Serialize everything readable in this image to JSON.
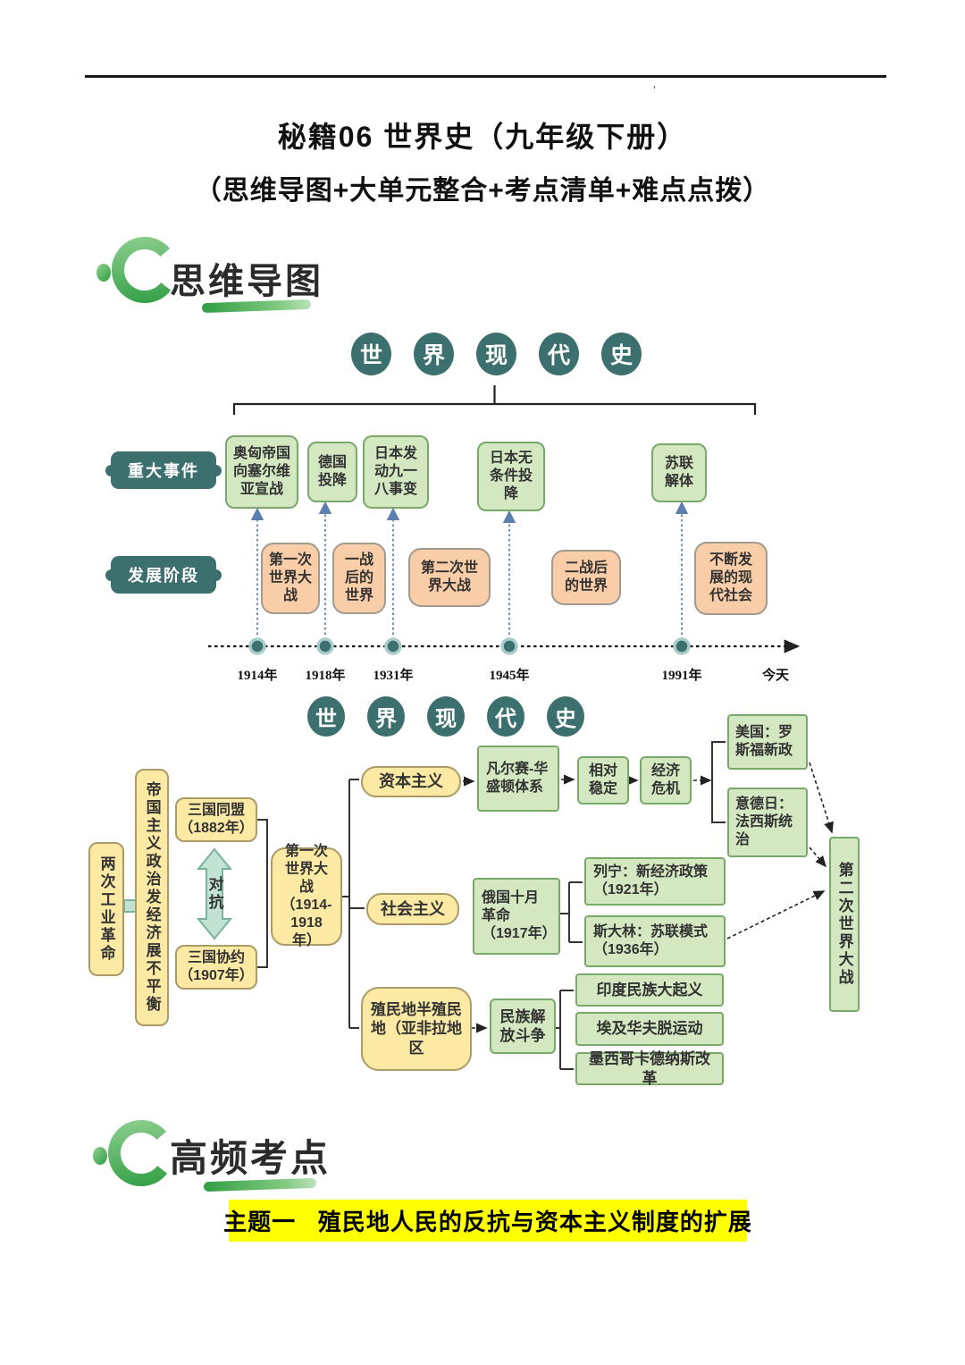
{
  "page": {
    "title": "秘籍06  世界史（九年级下册）",
    "subtitle": "（思维导图+大单元整合+考点清单+难点点拨）",
    "stray_mark": "'"
  },
  "sections": {
    "mindmap_label": "思维导图",
    "hotspot_label": "高频考点"
  },
  "timeline_map": {
    "heading": [
      "世",
      "界",
      "现",
      "代",
      "史"
    ],
    "events_label": "重大事件",
    "stages_label": "发展阶段",
    "events": [
      "奥匈帝国向塞尔维亚宣战",
      "德国投降",
      "日本发动九一八事变",
      "日本无条件投降",
      "苏联解体"
    ],
    "stages": [
      "第一次世界大战",
      "一战后的世界",
      "第二次世界大战",
      "二战后的世界",
      "不断发展的现代社会"
    ],
    "dates": [
      "1914年",
      "1918年",
      "1931年",
      "1945年",
      "1991年",
      "今天"
    ]
  },
  "flow_map": {
    "heading": [
      "世",
      "界",
      "现",
      "代",
      "史"
    ],
    "industrial": "两次工业革命",
    "imperialism": "帝国主义政治发经济展不平衡",
    "alliance": "三国同盟（1882年）",
    "confront": "对抗",
    "entente": "三国协约（1907年）",
    "ww1": "第一次世界大战（1914-1918年）",
    "capitalism": "资本主义",
    "versailles": "凡尔赛-华盛顿体系",
    "stability": "相对稳定",
    "crisis": "经济危机",
    "usa_newdeal": "美国：罗斯福新政",
    "fascism": "意德日：法西斯统治",
    "ww2": "第二次世界大战",
    "socialism": "社会主义",
    "october_rev": "俄国十月革命（1917年）",
    "lenin": "列宁：新经济政策（1921年）",
    "stalin": "斯大林：苏联模式（1936年）",
    "colony": "殖民地半殖民地（亚非拉地区",
    "liberation": "民族解放斗争",
    "india": "印度民族大起义",
    "egypt": "埃及华夫脱运动",
    "mexico": "墨西哥卡德纳斯改革"
  },
  "theme": {
    "label": "主题一   殖民地人民的反抗与资本主义制度的扩展"
  },
  "colors": {
    "teal": "#3c706e",
    "green_box_bg": "#d3e8c0",
    "green_box_border": "#79a96a",
    "peach_box_bg": "#f9cda7",
    "yellow_box_bg": "#fbe9a4",
    "logo_green": "#3f9e47",
    "highlight": "#ffff00"
  }
}
